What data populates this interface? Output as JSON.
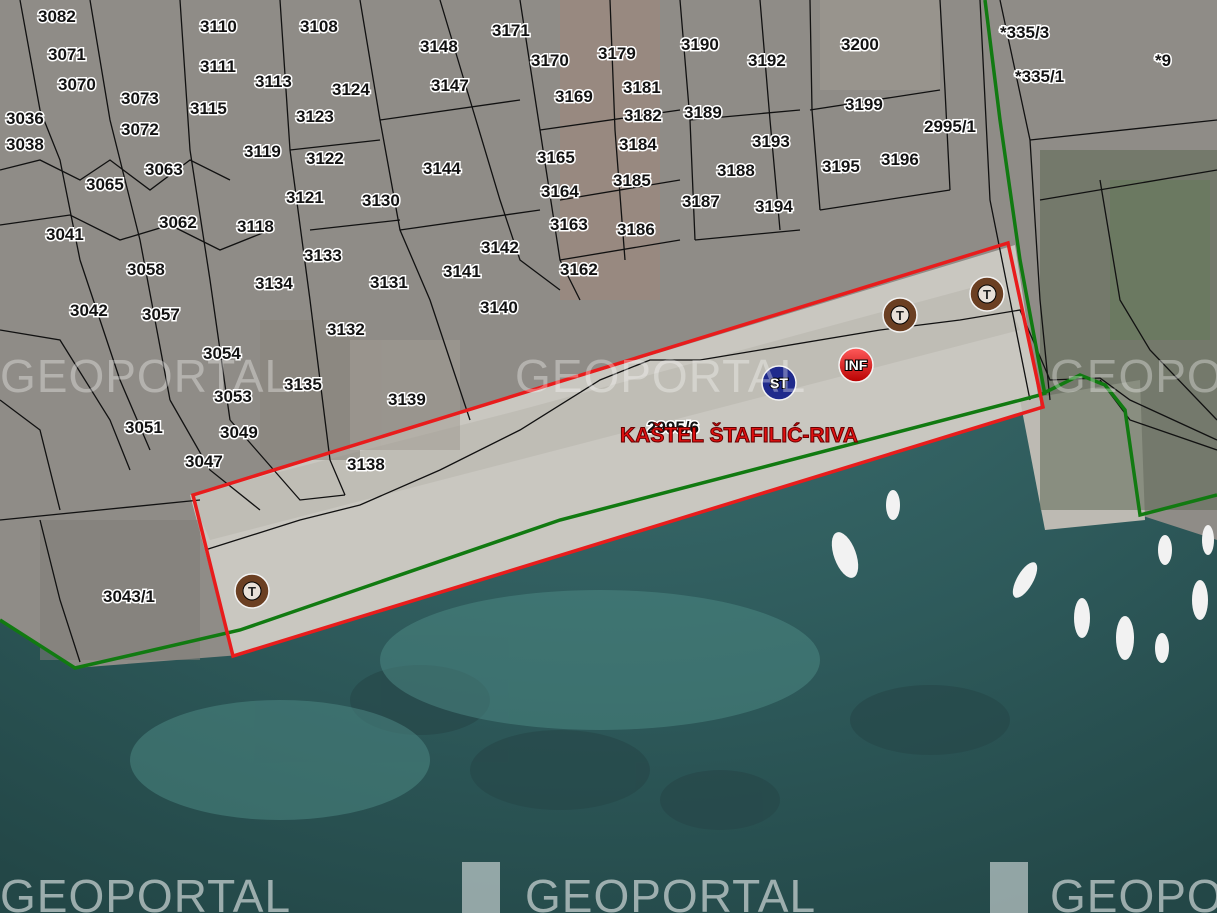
{
  "map": {
    "area_label": "KAŠTEL ŠTAFILIĆ-RIVA",
    "area_parcel": "2995/6",
    "watermark_text": "GEOPORTAL",
    "colors": {
      "sea": "#2e5a5b",
      "roofs": "#8f8c87",
      "promenade": "#c9c7c0",
      "area_outline": "#e81c1c",
      "boundary_line": "#117a11",
      "parcel_line": "#111111",
      "poi_t": "#6b3f22",
      "poi_st": "#1f2a8c",
      "poi_inf": "#e02020"
    },
    "parcels": [
      {
        "label": "3082"
      },
      {
        "label": "3110"
      },
      {
        "label": "3108"
      },
      {
        "label": "3171"
      },
      {
        "label": "3071"
      },
      {
        "label": "3148"
      },
      {
        "label": "3170"
      },
      {
        "label": "3179"
      },
      {
        "label": "3190"
      },
      {
        "label": "3200"
      },
      {
        "label": "3192"
      },
      {
        "label": "*335/3"
      },
      {
        "label": "3111"
      },
      {
        "label": "3113"
      },
      {
        "label": "3070"
      },
      {
        "label": "3124"
      },
      {
        "label": "3147"
      },
      {
        "label": "3181"
      },
      {
        "label": "3169"
      },
      {
        "label": "*335/1"
      },
      {
        "label": "*9"
      },
      {
        "label": "3073"
      },
      {
        "label": "3115"
      },
      {
        "label": "3036"
      },
      {
        "label": "3123"
      },
      {
        "label": "3182"
      },
      {
        "label": "3189"
      },
      {
        "label": "3199"
      },
      {
        "label": "3072"
      },
      {
        "label": "2995/1"
      },
      {
        "label": "3038"
      },
      {
        "label": "3184"
      },
      {
        "label": "3193"
      },
      {
        "label": "3119"
      },
      {
        "label": "3122"
      },
      {
        "label": "3165"
      },
      {
        "label": "3063"
      },
      {
        "label": "3144"
      },
      {
        "label": "3188"
      },
      {
        "label": "3195"
      },
      {
        "label": "3196"
      },
      {
        "label": "3065"
      },
      {
        "label": "3185"
      },
      {
        "label": "3164"
      },
      {
        "label": "3121"
      },
      {
        "label": "3130"
      },
      {
        "label": "3187"
      },
      {
        "label": "3194"
      },
      {
        "label": "3062"
      },
      {
        "label": "3118"
      },
      {
        "label": "3163"
      },
      {
        "label": "3186"
      },
      {
        "label": "3041"
      },
      {
        "label": "3142"
      },
      {
        "label": "3133"
      },
      {
        "label": "3141"
      },
      {
        "label": "3162"
      },
      {
        "label": "3058"
      },
      {
        "label": "3134"
      },
      {
        "label": "3131"
      },
      {
        "label": "3042"
      },
      {
        "label": "3057"
      },
      {
        "label": "3140"
      },
      {
        "label": "3132"
      },
      {
        "label": "3054"
      },
      {
        "label": "3135"
      },
      {
        "label": "3053"
      },
      {
        "label": "3139"
      },
      {
        "label": "3051"
      },
      {
        "label": "3049"
      },
      {
        "label": "3047"
      },
      {
        "label": "3138"
      },
      {
        "label": "3043/1"
      }
    ],
    "pois": [
      {
        "type": "T",
        "label": "T"
      },
      {
        "type": "T",
        "label": "T"
      },
      {
        "type": "T",
        "label": "T"
      },
      {
        "type": "ST",
        "label": "ST"
      },
      {
        "type": "INF",
        "label": "INF"
      }
    ]
  }
}
